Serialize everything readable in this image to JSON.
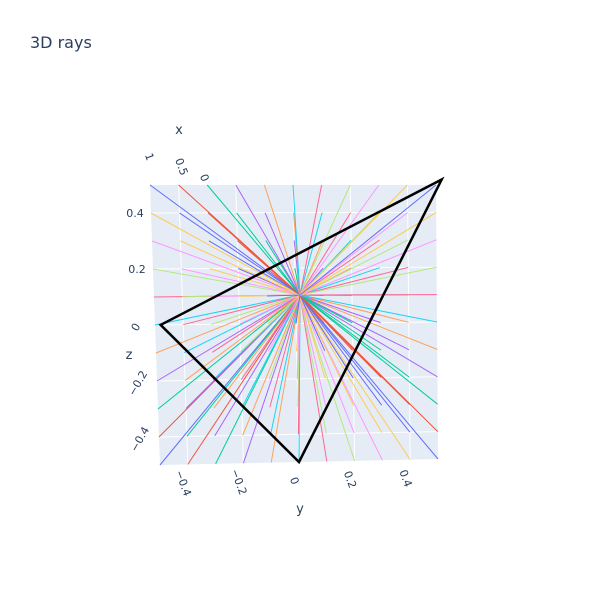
{
  "chart_data": {
    "type": "line3d",
    "title": "3D rays",
    "axes": {
      "x": {
        "label": "x",
        "ticks": [
          "1",
          "0.5",
          "0"
        ]
      },
      "y": {
        "label": "y",
        "ticks": [
          "−0.4",
          "−0.2",
          "0",
          "0.2",
          "0.4"
        ],
        "range": [
          -0.5,
          0.5
        ]
      },
      "z": {
        "label": "z",
        "ticks": [
          "0.4",
          "0.2",
          "0",
          "−0.2",
          "−0.4"
        ],
        "range": [
          -0.5,
          0.5
        ]
      }
    },
    "grid": true,
    "origin": [
      0,
      0,
      0
    ],
    "ray_length": 1,
    "ray_count": 121,
    "outline": {
      "color": "#000000",
      "vertices": [
        [
          1,
          0.5,
          0.5
        ],
        [
          1,
          -0.5,
          0
        ],
        [
          1,
          0,
          -0.5
        ]
      ]
    },
    "colors": [
      "#636efa",
      "#EF553B",
      "#00cc96",
      "#ab63fa",
      "#FFA15A",
      "#19d3f3",
      "#FF6692",
      "#B6E880",
      "#FF97FF",
      "#FECB52"
    ]
  }
}
